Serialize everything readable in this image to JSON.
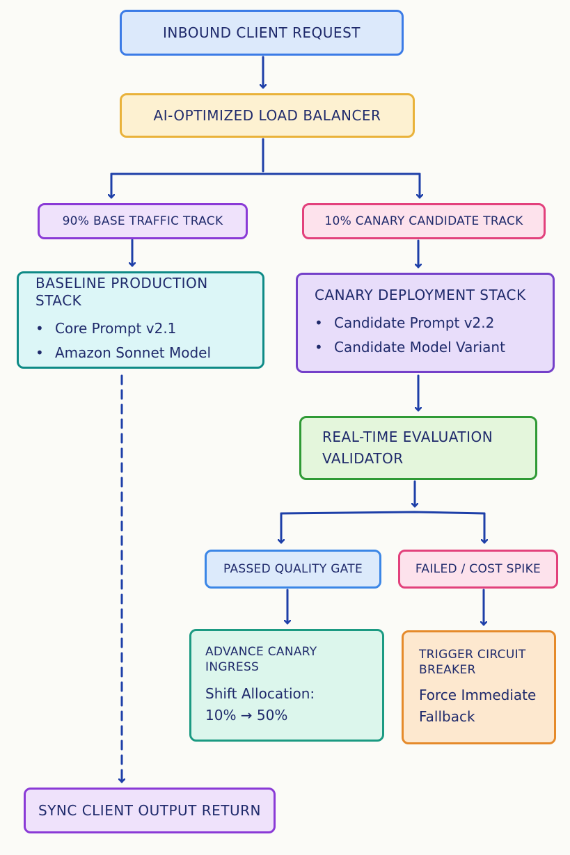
{
  "nodes": {
    "inbound": {
      "title": "INBOUND CLIENT REQUEST"
    },
    "load_balancer": {
      "title": "AI-OPTIMIZED LOAD BALANCER"
    },
    "base_track": {
      "title": "90% BASE TRAFFIC TRACK"
    },
    "canary_track": {
      "title": "10% CANARY CANDIDATE TRACK"
    },
    "baseline_stack": {
      "title": "BASELINE PRODUCTION STACK",
      "items": [
        "Core Prompt v2.1",
        "Amazon Sonnet Model"
      ]
    },
    "canary_stack": {
      "title": "CANARY DEPLOYMENT STACK",
      "items": [
        "Candidate Prompt v2.2",
        "Candidate Model Variant"
      ]
    },
    "validator": {
      "title_line1": "REAL-TIME EVALUATION",
      "title_line2": "VALIDATOR"
    },
    "passed": {
      "title": "PASSED QUALITY GATE"
    },
    "failed": {
      "title": "FAILED / COST SPIKE"
    },
    "advance": {
      "title": "ADVANCE CANARY INGRESS",
      "body_line1": "Shift Allocation:",
      "body_line2": "10% → 50%"
    },
    "circuit": {
      "title_line1": "TRIGGER CIRCUIT",
      "title_line2": "BREAKER",
      "body_line1": "Force Immediate",
      "body_line2": "Fallback"
    },
    "sync_return": {
      "title": "SYNC CLIENT OUTPUT RETURN"
    }
  },
  "bullet": "•",
  "colors": {
    "arrow": "#1d3fa8",
    "blue": "#3b7be6",
    "yellow": "#e9b23a",
    "purple": "#8a3ad6",
    "pink": "#e2417c",
    "teal": "#0e8a86",
    "green": "#2f9a35",
    "orange": "#e58a2a"
  }
}
